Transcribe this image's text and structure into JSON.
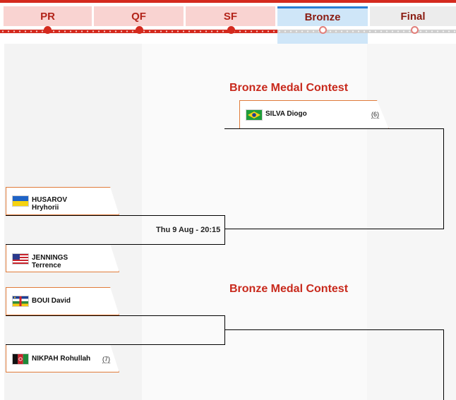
{
  "rounds": [
    {
      "label": "PR",
      "state": "done"
    },
    {
      "label": "QF",
      "state": "done"
    },
    {
      "label": "SF",
      "state": "done"
    },
    {
      "label": "Bronze",
      "state": "active"
    },
    {
      "label": "Final",
      "state": "future"
    }
  ],
  "colors": {
    "accent": "#d42a1e",
    "active_tab": "#cfe6f8",
    "card_border": "#e07b3a"
  },
  "contests": [
    {
      "heading": "Bronze Medal Contest",
      "top_athlete": {
        "name": "SILVA Diogo",
        "seed": "(6)",
        "flag": "brazil-flag-icon"
      },
      "match": {
        "time": "Thu 9 Aug - 20:15",
        "athlete_a": {
          "name_line1": "HUSAROV",
          "name_line2": "Hryhorii",
          "flag": "ukraine-flag-icon"
        },
        "athlete_b": {
          "name_line1": "JENNINGS",
          "name_line2": "Terrence",
          "flag": "usa-flag-icon"
        }
      }
    },
    {
      "heading": "Bronze Medal Contest",
      "match": {
        "athlete_a": {
          "name": "BOUI David",
          "flag": "central-african-republic-flag-icon"
        },
        "athlete_b": {
          "name": "NIKPAH Rohullah",
          "seed": "(7)",
          "flag": "afghanistan-flag-icon"
        }
      }
    }
  ]
}
